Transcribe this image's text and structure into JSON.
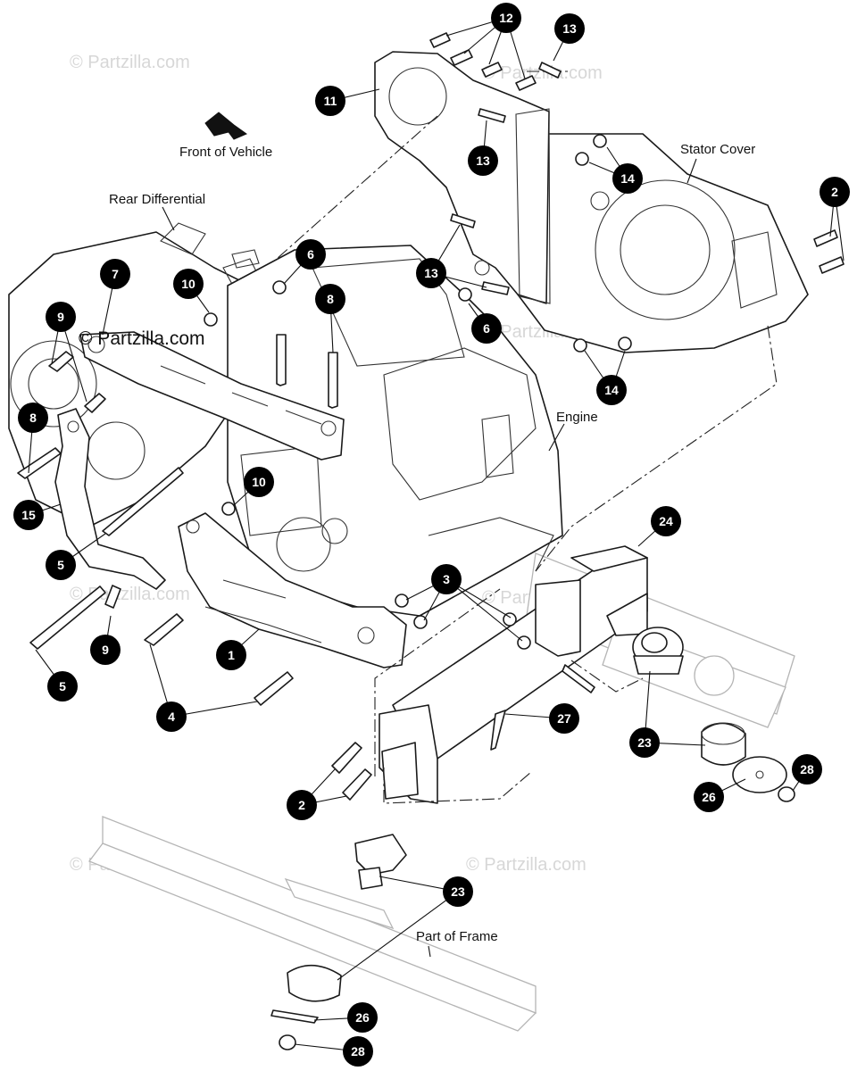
{
  "watermarks": [
    "© Partzilla.com",
    "© Partzilla.com",
    "© Partzilla.com",
    "© Partzilla.com",
    "© Partzilla.com",
    "© Partzilla.com",
    "© Partzilla.com"
  ],
  "labels": {
    "front_of_vehicle": "Front of Vehicle",
    "rear_differential": "Rear Differential",
    "stator_cover": "Stator Cover",
    "engine": "Engine",
    "part_of_frame": "Part of Frame"
  },
  "callouts": [
    {
      "id": "c1",
      "num": "1"
    },
    {
      "id": "c2a",
      "num": "2"
    },
    {
      "id": "c2b",
      "num": "2"
    },
    {
      "id": "c3",
      "num": "3"
    },
    {
      "id": "c4",
      "num": "4"
    },
    {
      "id": "c5a",
      "num": "5"
    },
    {
      "id": "c5b",
      "num": "5"
    },
    {
      "id": "c6a",
      "num": "6"
    },
    {
      "id": "c6b",
      "num": "6"
    },
    {
      "id": "c7",
      "num": "7"
    },
    {
      "id": "c8a",
      "num": "8"
    },
    {
      "id": "c8b",
      "num": "8"
    },
    {
      "id": "c9a",
      "num": "9"
    },
    {
      "id": "c9b",
      "num": "9"
    },
    {
      "id": "c10a",
      "num": "10"
    },
    {
      "id": "c10b",
      "num": "10"
    },
    {
      "id": "c11",
      "num": "11"
    },
    {
      "id": "c12",
      "num": "12"
    },
    {
      "id": "c13a",
      "num": "13"
    },
    {
      "id": "c13b",
      "num": "13"
    },
    {
      "id": "c13c",
      "num": "13"
    },
    {
      "id": "c14a",
      "num": "14"
    },
    {
      "id": "c14b",
      "num": "14"
    },
    {
      "id": "c15",
      "num": "15"
    },
    {
      "id": "c23a",
      "num": "23"
    },
    {
      "id": "c23b",
      "num": "23"
    },
    {
      "id": "c24",
      "num": "24"
    },
    {
      "id": "c26a",
      "num": "26"
    },
    {
      "id": "c26b",
      "num": "26"
    },
    {
      "id": "c27",
      "num": "27"
    },
    {
      "id": "c28a",
      "num": "28"
    },
    {
      "id": "c28b",
      "num": "28"
    }
  ],
  "colors": {
    "callout_fill": "#000000",
    "callout_text": "#ffffff",
    "watermark": "#d7d7d7"
  }
}
